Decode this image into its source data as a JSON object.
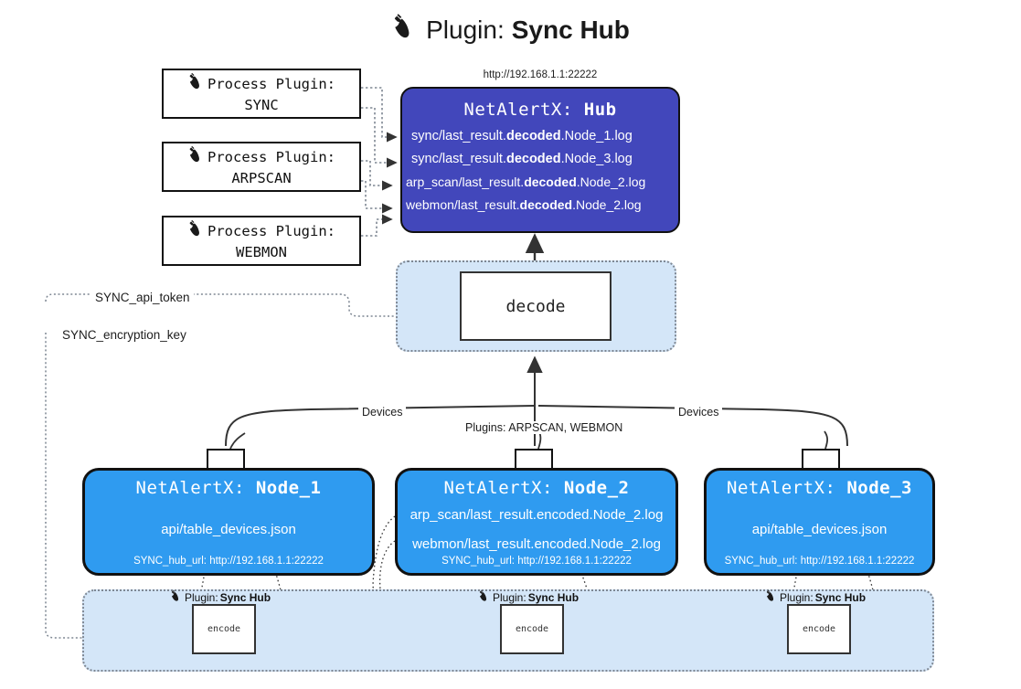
{
  "title": {
    "icon": "plug-icon",
    "prefix": "Plugin:",
    "name": "Sync Hub"
  },
  "hub": {
    "url": "http://192.168.1.1:22222",
    "title_prefix": "NetAlertX:",
    "title_name": "Hub",
    "logs": [
      {
        "pre": "sync/last_result.",
        "mid": "decoded",
        "post": ".Node_1.log"
      },
      {
        "pre": "sync/last_result.",
        "mid": "decoded",
        "post": ".Node_3.log"
      },
      {
        "pre": "arp_scan/last_result.",
        "mid": "decoded",
        "post": ".Node_2.log"
      },
      {
        "pre": "webmon/last_result.",
        "mid": "decoded",
        "post": ".Node_2.log"
      }
    ]
  },
  "process_plugins": [
    {
      "icon": "plug-icon",
      "label": "Process Plugin:",
      "name": "SYNC"
    },
    {
      "icon": "plug-icon",
      "label": "Process Plugin:",
      "name": "ARPSCAN"
    },
    {
      "icon": "plug-icon",
      "label": "Process Plugin:",
      "name": "WEBMON"
    }
  ],
  "decode": {
    "label": "decode"
  },
  "settings": {
    "api_token": "SYNC_api_token",
    "encryption_key": "SYNC_encryption_key"
  },
  "edge_labels": {
    "devices_left": "Devices",
    "devices_right": "Devices",
    "plugins_center": "Plugins: ARPSCAN, WEBMON"
  },
  "nodes": [
    {
      "title_prefix": "NetAlertX:",
      "title_name": "Node_1",
      "lines": [
        "api/table_devices.json"
      ],
      "footer": "SYNC_hub_url: http://192.168.1.1:22222",
      "envelope": "envelope-icon"
    },
    {
      "title_prefix": "NetAlertX:",
      "title_name": "Node_2",
      "lines": [
        "arp_scan/last_result.encoded.Node_2.log",
        "webmon/last_result.encoded.Node_2.log"
      ],
      "footer": "SYNC_hub_url: http://192.168.1.1:22222",
      "envelope": "envelope-icon"
    },
    {
      "title_prefix": "NetAlertX:",
      "title_name": "Node_3",
      "lines": [
        "api/table_devices.json"
      ],
      "footer": "SYNC_hub_url: http://192.168.1.1:22222",
      "envelope": "envelope-icon"
    }
  ],
  "encoders": [
    {
      "plugin_label": "Plugin:",
      "plugin_name": "Sync Hub",
      "box": "encode"
    },
    {
      "plugin_label": "Plugin:",
      "plugin_name": "Sync Hub",
      "box": "encode"
    },
    {
      "plugin_label": "Plugin:",
      "plugin_name": "Sync Hub",
      "box": "encode"
    }
  ],
  "colors": {
    "hub_blue": "#4247bb",
    "node_blue": "#2f9bf0",
    "container_blue": "#d4e6f8",
    "stroke": "#111111",
    "dotted": "#7e8793"
  }
}
